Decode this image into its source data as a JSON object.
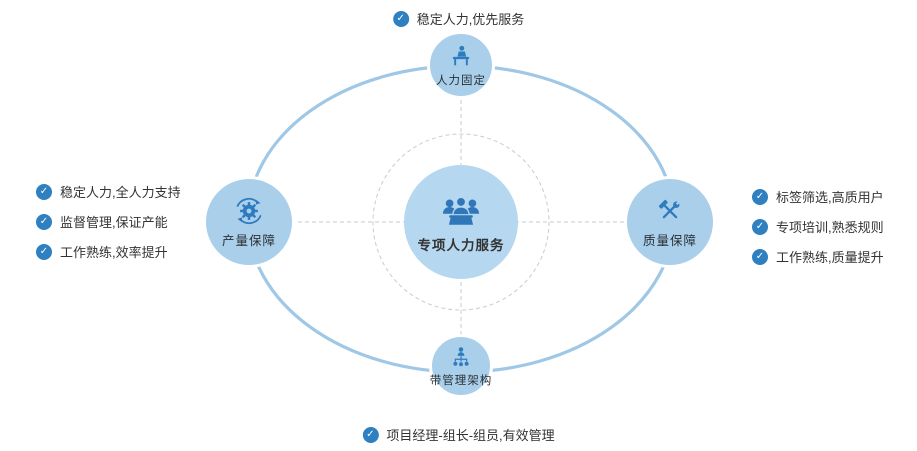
{
  "colors": {
    "accent": "#2e80c0",
    "node_fill": "#a9cfeb",
    "center_fill": "#b5d7f0",
    "orbit_stroke": "#9fc7e6",
    "dash_stroke": "#c7ccd2",
    "text": "#333333"
  },
  "center": {
    "label": "专项人力服务",
    "icon": "people-group-icon"
  },
  "nodes": {
    "top": {
      "label": "人力固定",
      "icon": "person-desk-icon",
      "note": "稳定人力,优先服务"
    },
    "left": {
      "label": "产量保障",
      "icon": "gear-sync-icon",
      "notes": [
        "稳定人力,全人力支持",
        "监督管理,保证产能",
        "工作熟练,效率提升"
      ]
    },
    "right": {
      "label": "质量保障",
      "icon": "tools-icon",
      "notes": [
        "标签筛选,高质用户",
        "专项培训,熟悉规则",
        "工作熟练,质量提升"
      ]
    },
    "bottom": {
      "label": "带管理架构",
      "icon": "org-structure-icon",
      "note": "项目经理-组长-组员,有效管理"
    }
  },
  "check_glyph": "✓"
}
